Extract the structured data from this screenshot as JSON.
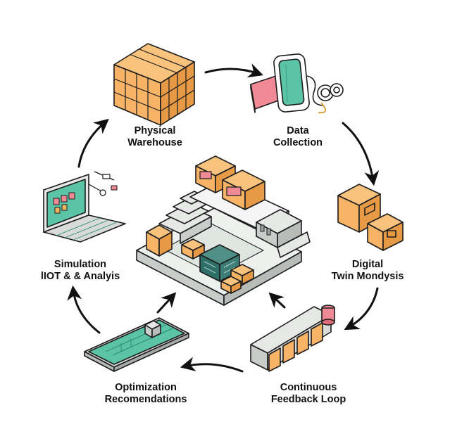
{
  "nodes": {
    "physical_warehouse": {
      "line1": "Physical",
      "line2": "Warehouse"
    },
    "data_collection": {
      "line1": "Data",
      "line2": "Collection"
    },
    "digital_twin": {
      "line1": "Digital",
      "line2": "Twin Mondysis"
    },
    "continuous_feedback": {
      "line1": "Continuous",
      "line2": "Feedback Loop"
    },
    "optimization": {
      "line1": "Optimization",
      "line2": "Recomendations"
    },
    "simulation": {
      "line1": "Simulation",
      "line2": "lIOT & & Analyis"
    }
  },
  "colors": {
    "orange": "#f7b366",
    "orange_dark": "#e79a45",
    "pink": "#f28a95",
    "teal": "#5cc4a6",
    "teal_dark": "#2f8a7a",
    "gray_light": "#e6e8e6",
    "gray": "#c9cdca",
    "stroke": "#1c1c1c"
  }
}
